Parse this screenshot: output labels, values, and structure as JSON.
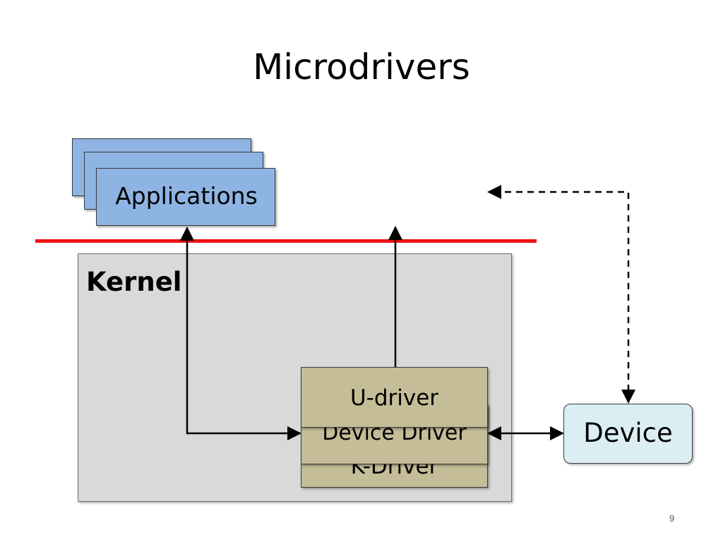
{
  "title": "Microdrivers",
  "applications": {
    "label": "Applications"
  },
  "kernel": {
    "label": "Kernel"
  },
  "drivers": {
    "k_driver": "K-Driver",
    "device_driver": "Device Driver",
    "u_driver": "U-driver"
  },
  "device": {
    "label": "Device"
  },
  "page_number": "9",
  "colors": {
    "applications_fill": "#8eb4e3",
    "kernel_fill": "#d9d9d9",
    "driver_fill": "#c4bd97",
    "device_fill": "#dbeef4",
    "boundary_line": "#ee1111"
  }
}
